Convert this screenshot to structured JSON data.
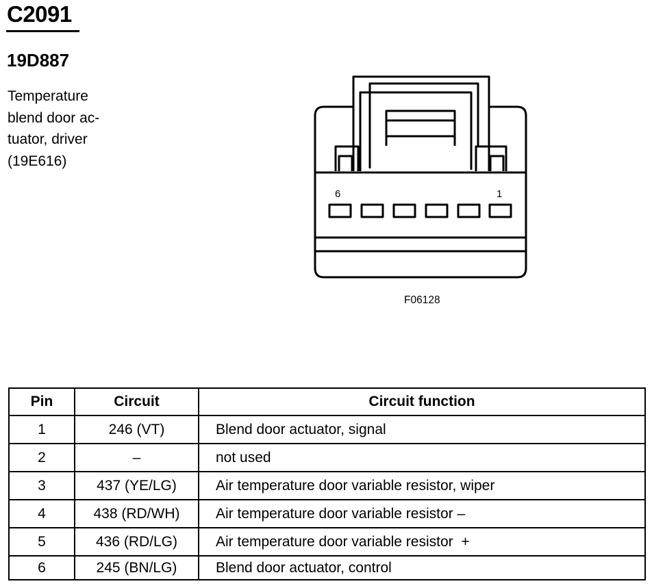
{
  "header": {
    "connector_id": "C2091",
    "part_number": "19D887",
    "description_lines": [
      "Temperature",
      "blend door ac-",
      "tuator, driver",
      "(19E616)"
    ]
  },
  "diagram": {
    "pin_label_left": "6",
    "pin_label_right": "1",
    "figure_code": "F06128"
  },
  "table": {
    "headers": {
      "pin": "Pin",
      "circuit": "Circuit",
      "function": "Circuit function"
    },
    "rows": [
      {
        "pin": "1",
        "circuit": "246 (VT)",
        "function": "Blend door actuator, signal"
      },
      {
        "pin": "2",
        "circuit": "–",
        "function": "not used"
      },
      {
        "pin": "3",
        "circuit": "437 (YE/LG)",
        "function": "Air temperature door variable resistor, wiper"
      },
      {
        "pin": "4",
        "circuit": "438 (RD/WH)",
        "function": "Air temperature door variable resistor –"
      },
      {
        "pin": "5",
        "circuit": "436 (RD/LG)",
        "function": "Air temperature door variable resistor  +"
      },
      {
        "pin": "6",
        "circuit": "245 (BN/LG)",
        "function": "Blend door actuator, control"
      }
    ]
  }
}
